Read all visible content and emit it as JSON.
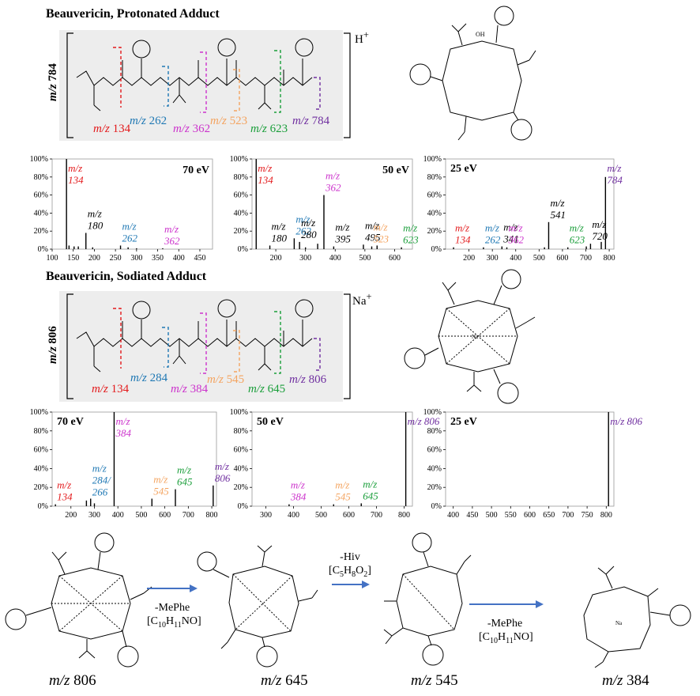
{
  "colors": {
    "red": "#e31a1c",
    "blue": "#1f78b4",
    "magenta": "#cc33cc",
    "orange": "#f4a460",
    "green": "#1a9e3a",
    "purple": "#7030a0",
    "black": "#000000",
    "shade": "#ededed",
    "arrow": "#4472c4"
  },
  "protonated": {
    "title": "Beauvericin, Protonated Adduct",
    "precursor_mz": "m/z",
    "precursor_val": "784",
    "charge": "H",
    "charge_sup": "+",
    "fragments": [
      {
        "mz": "m/z",
        "val": "134",
        "color": "red"
      },
      {
        "mz": "m/z",
        "val": "262",
        "color": "blue"
      },
      {
        "mz": "m/z",
        "val": "362",
        "color": "magenta"
      },
      {
        "mz": "m/z",
        "val": "523",
        "color": "orange"
      },
      {
        "mz": "m/z",
        "val": "623",
        "color": "green"
      },
      {
        "mz": "m/z",
        "val": "784",
        "color": "purple"
      }
    ],
    "ring_atoms": {
      "oh": "OH"
    }
  },
  "sodiated": {
    "title": "Beauvericin, Sodiated Adduct",
    "precursor_mz": "m/z",
    "precursor_val": "806",
    "charge": "Na",
    "charge_sup": "+",
    "fragments": [
      {
        "mz": "m/z",
        "val": "134",
        "color": "red"
      },
      {
        "mz": "m/z",
        "val": "284",
        "color": "blue"
      },
      {
        "mz": "m/z",
        "val": "384",
        "color": "magenta"
      },
      {
        "mz": "m/z",
        "val": "545",
        "color": "orange"
      },
      {
        "mz": "m/z",
        "val": "645",
        "color": "green"
      },
      {
        "mz": "m/z",
        "val": "806",
        "color": "purple"
      }
    ],
    "ring_atoms": {
      "na": "Na⁺"
    }
  },
  "chart_data": [
    {
      "type": "bar",
      "energy": "70 eV",
      "xlim": [
        100,
        480
      ],
      "ylim": [
        0,
        100
      ],
      "xticks": [
        100,
        150,
        200,
        250,
        300,
        350,
        400,
        450
      ],
      "yticks": [
        "0%",
        "20%",
        "40%",
        "60%",
        "80%",
        "100%"
      ],
      "peaks": [
        [
          134,
          100
        ],
        [
          140,
          4
        ],
        [
          152,
          3
        ],
        [
          162,
          3
        ],
        [
          180,
          18
        ],
        [
          196,
          2
        ],
        [
          262,
          4
        ],
        [
          280,
          2
        ],
        [
          300,
          1
        ],
        [
          362,
          1
        ]
      ],
      "labels": [
        {
          "text": [
            "m/z",
            "134"
          ],
          "color": "red",
          "x": 134,
          "italic": true
        },
        {
          "text": [
            "m/z",
            "180"
          ],
          "color": "black",
          "x": 180,
          "italic": true
        },
        {
          "text": [
            "m/z",
            "262"
          ],
          "color": "blue",
          "x": 262,
          "italic": true
        },
        {
          "text": [
            "m/z",
            "362"
          ],
          "color": "magenta",
          "x": 362,
          "italic": true
        }
      ]
    },
    {
      "type": "bar",
      "energy": "50 eV",
      "xlim": [
        120,
        660
      ],
      "ylim": [
        0,
        100
      ],
      "xticks": [
        200,
        300,
        400,
        500,
        600
      ],
      "yticks": [
        "0%",
        "20%",
        "40%",
        "60%",
        "80%",
        "100%"
      ],
      "peaks": [
        [
          134,
          100
        ],
        [
          180,
          4
        ],
        [
          262,
          12
        ],
        [
          280,
          8
        ],
        [
          300,
          2
        ],
        [
          341,
          6
        ],
        [
          362,
          60
        ],
        [
          395,
          3
        ],
        [
          495,
          5
        ],
        [
          523,
          3
        ],
        [
          541,
          4
        ],
        [
          623,
          2
        ]
      ],
      "labels": [
        {
          "text": [
            "m/z",
            "134"
          ],
          "color": "red",
          "x": 134,
          "italic": true
        },
        {
          "text": [
            "m/z",
            "262"
          ],
          "color": "blue",
          "x": 262,
          "italic": true
        },
        {
          "text": [
            "m/z",
            "362"
          ],
          "color": "magenta",
          "x": 362,
          "italic": true
        },
        {
          "text": [
            "m/z",
            "180"
          ],
          "color": "black",
          "x": 180,
          "italic": true
        },
        {
          "text": [
            "m/z",
            "280"
          ],
          "color": "black",
          "x": 280,
          "italic": true
        },
        {
          "text": [
            "m/z",
            "395"
          ],
          "color": "black",
          "x": 395,
          "italic": true
        },
        {
          "text": [
            "m/z",
            "495"
          ],
          "color": "black",
          "x": 495,
          "italic": true
        },
        {
          "text": [
            "m/z",
            "523"
          ],
          "color": "orange",
          "x": 523,
          "italic": true
        },
        {
          "text": [
            "m/z",
            "623"
          ],
          "color": "green",
          "x": 623,
          "italic": true
        }
      ]
    },
    {
      "type": "bar",
      "energy": "25 eV",
      "xlim": [
        100,
        820
      ],
      "ylim": [
        0,
        100
      ],
      "xticks": [
        200,
        300,
        400,
        500,
        600,
        700,
        800
      ],
      "yticks": [
        "0%",
        "20%",
        "40%",
        "60%",
        "80%",
        "100%"
      ],
      "peaks": [
        [
          134,
          2
        ],
        [
          262,
          2
        ],
        [
          341,
          3
        ],
        [
          362,
          2
        ],
        [
          523,
          2
        ],
        [
          541,
          30
        ],
        [
          623,
          2
        ],
        [
          702,
          3
        ],
        [
          720,
          6
        ],
        [
          766,
          8
        ],
        [
          784,
          80
        ]
      ],
      "labels": [
        {
          "text": [
            "m/z",
            "134"
          ],
          "color": "red",
          "x": 134,
          "italic": true
        },
        {
          "text": [
            "m/z",
            "262"
          ],
          "color": "blue",
          "x": 262,
          "italic": true
        },
        {
          "text": [
            "m/z",
            "341"
          ],
          "color": "black",
          "x": 341,
          "italic": true
        },
        {
          "text": [
            "m/z",
            "362"
          ],
          "color": "magenta",
          "x": 362,
          "italic": true
        },
        {
          "text": [
            "m/z",
            "541"
          ],
          "color": "black",
          "x": 541,
          "italic": true
        },
        {
          "text": [
            "m/z",
            "623"
          ],
          "color": "green",
          "x": 623,
          "italic": true
        },
        {
          "text": [
            "m/z",
            "720"
          ],
          "color": "black",
          "x": 720,
          "italic": true
        },
        {
          "text": [
            "m/z",
            "784"
          ],
          "color": "purple",
          "x": 784,
          "italic": true
        }
      ]
    },
    {
      "type": "bar",
      "energy": "70 eV",
      "xlim": [
        120,
        820
      ],
      "ylim": [
        0,
        100
      ],
      "xticks": [
        200,
        300,
        400,
        500,
        600,
        700,
        800
      ],
      "yticks": [
        "0%",
        "20%",
        "40%",
        "60%",
        "80%",
        "100%"
      ],
      "peaks": [
        [
          134,
          2
        ],
        [
          266,
          6
        ],
        [
          284,
          8
        ],
        [
          300,
          3
        ],
        [
          384,
          100
        ],
        [
          545,
          8
        ],
        [
          645,
          18
        ],
        [
          806,
          22
        ]
      ],
      "labels": [
        {
          "text": [
            "m/z",
            "134"
          ],
          "color": "red",
          "x": 134,
          "italic": true
        },
        {
          "text": [
            "m/z",
            "284/",
            "266"
          ],
          "color": "blue",
          "x": 284,
          "italic": true
        },
        {
          "text": [
            "m/z",
            "384"
          ],
          "color": "magenta",
          "x": 384,
          "italic": true
        },
        {
          "text": [
            "m/z",
            "545"
          ],
          "color": "orange",
          "x": 545,
          "italic": true
        },
        {
          "text": [
            "m/z",
            "645"
          ],
          "color": "green",
          "x": 645,
          "italic": true
        },
        {
          "text": [
            "m/z",
            "806"
          ],
          "color": "purple",
          "x": 806,
          "italic": true
        }
      ]
    },
    {
      "type": "bar",
      "energy": "50 eV",
      "xlim": [
        250,
        830
      ],
      "ylim": [
        0,
        100
      ],
      "xticks": [
        300,
        400,
        500,
        600,
        700,
        800
      ],
      "yticks": [
        "0%",
        "20%",
        "40%",
        "60%",
        "80%",
        "100%"
      ],
      "peaks": [
        [
          384,
          2
        ],
        [
          545,
          2
        ],
        [
          645,
          3
        ],
        [
          806,
          100
        ]
      ],
      "labels": [
        {
          "text": [
            "m/z 806"
          ],
          "color": "purple",
          "x": 806,
          "italic": true
        },
        {
          "text": [
            "m/z",
            "384"
          ],
          "color": "magenta",
          "x": 384,
          "italic": true
        },
        {
          "text": [
            "m/z",
            "545"
          ],
          "color": "orange",
          "x": 545,
          "italic": true
        },
        {
          "text": [
            "m/z",
            "645"
          ],
          "color": "green",
          "x": 645,
          "italic": true
        }
      ]
    },
    {
      "type": "bar",
      "energy": "25 eV",
      "xlim": [
        380,
        820
      ],
      "ylim": [
        0,
        100
      ],
      "xticks": [
        400,
        450,
        500,
        550,
        600,
        650,
        700,
        750,
        800
      ],
      "yticks": [
        "0%",
        "20%",
        "40%",
        "60%",
        "80%",
        "100%"
      ],
      "peaks": [
        [
          806,
          100
        ]
      ],
      "labels": [
        {
          "text": [
            "m/z 806"
          ],
          "color": "purple",
          "x": 806,
          "italic": true
        }
      ]
    }
  ],
  "pathway": {
    "captions": [
      {
        "mz": "m/z",
        "val": "806"
      },
      {
        "mz": "m/z",
        "val": "645"
      },
      {
        "mz": "m/z",
        "val": "545"
      },
      {
        "mz": "m/z",
        "val": "384"
      }
    ],
    "steps": [
      {
        "name": "-MePhe",
        "formula": "[C10H11NO]"
      },
      {
        "name": "-Hiv",
        "formula": "[C5H8O2]"
      },
      {
        "name": "-MePhe",
        "formula": "[C10H11NO]"
      }
    ]
  }
}
